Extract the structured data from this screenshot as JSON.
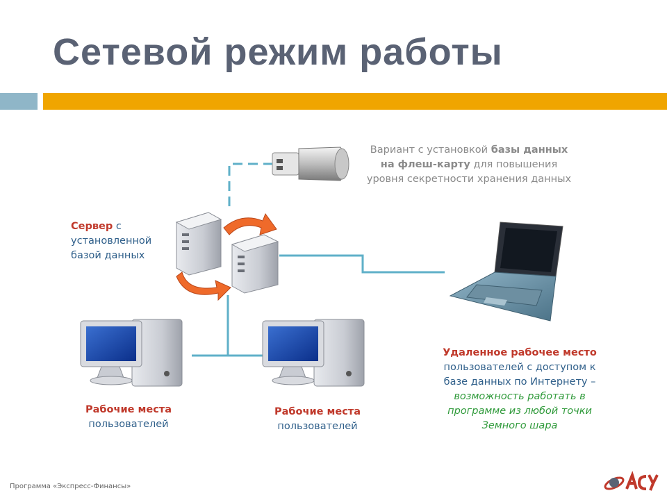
{
  "slide": {
    "title": "Сетевой режим работы",
    "footer": "Программа «Экспресс-Финансы»"
  },
  "flash": {
    "line1_pre": "Вариант с установкой ",
    "line1_bold": "базы данных",
    "line2_bold": "на флеш-карту",
    "line2_post": " для повышения",
    "line3": "уровня секретности хранения данных"
  },
  "server": {
    "label_bold": "Сервер",
    "label_rest1": " с",
    "label_line2": "установленной",
    "label_line3": "базой данных"
  },
  "workstation_left": {
    "label_bold": "Рабочие места",
    "label_line2": "пользователей"
  },
  "workstation_mid": {
    "label_bold": "Рабочие места",
    "label_line2": "пользователей"
  },
  "remote": {
    "label_bold": "Удаленное рабочее место",
    "line2": "пользователей с доступом к",
    "line3": "базе данных по Интернету –",
    "line4": "возможность работать в",
    "line5": "программе из любой точки",
    "line6": "Земного шара"
  },
  "colors": {
    "title": "#5a6274",
    "accent_orange": "#f0a500",
    "accent_blue": "#8fb6c8",
    "connector": "#5fb0c8",
    "red_label": "#c0392b",
    "blue_text": "#2f5f8a",
    "green_text": "#2f9a3a"
  },
  "icons": [
    "usb-flash-icon",
    "server-icon",
    "sync-arrows-icon",
    "desktop-computer-icon",
    "laptop-icon",
    "company-logo-icon"
  ]
}
